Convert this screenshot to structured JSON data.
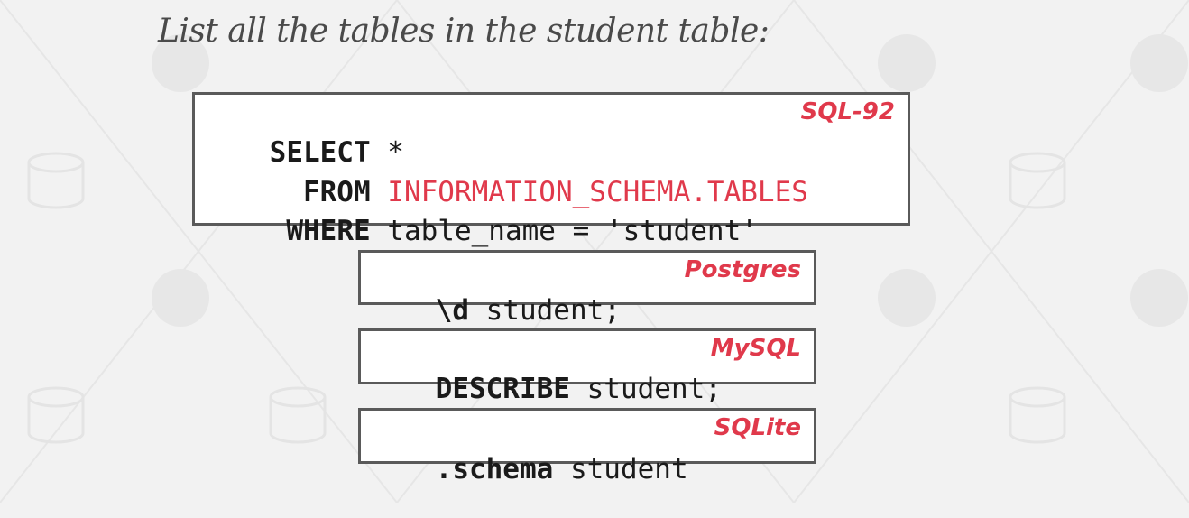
{
  "heading": "List all the tables in the student table:",
  "boxes": {
    "sql92": {
      "dialect": "SQL-92",
      "line1_kw": "SELECT",
      "line1_rest": " *",
      "line2_kw": "FROM",
      "line2_rest": "INFORMATION_SCHEMA.TABLES",
      "line3_kw": "WHERE",
      "line3_rest": " table_name = 'student'"
    },
    "postgres": {
      "dialect": "Postgres",
      "kw": "\\d",
      "rest": " student;"
    },
    "mysql": {
      "dialect": "MySQL",
      "kw": "DESCRIBE",
      "rest": " student;"
    },
    "sqlite": {
      "dialect": "SQLite",
      "kw": ".schema",
      "rest": " student"
    }
  },
  "colors": {
    "accent": "#e0394b",
    "border": "#5a5a5a",
    "background": "#f2f2f2",
    "heading": "#4a4a4a"
  }
}
